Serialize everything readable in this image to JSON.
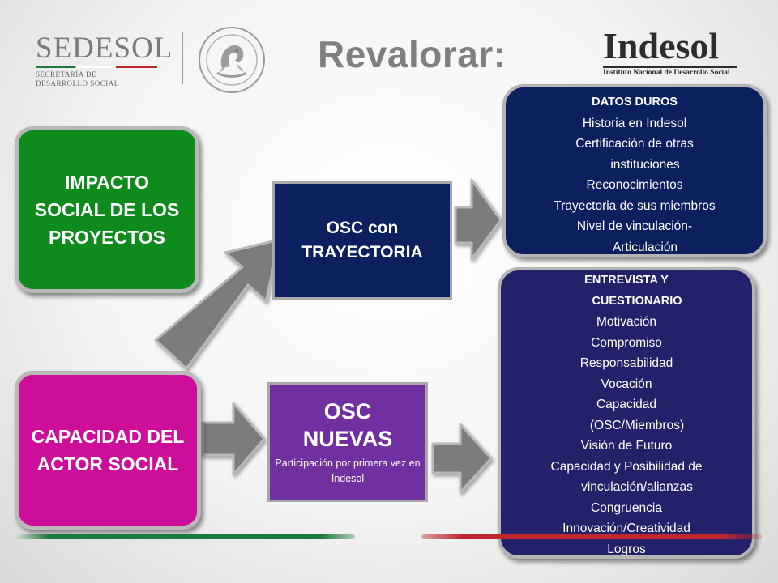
{
  "header": {
    "sedesol": {
      "name": "SEDESOL",
      "line1": "SECRETARÍA DE",
      "line2": "DESARROLLO SOCIAL"
    },
    "title": "Revalorar:",
    "indesol": {
      "name": "Indesol",
      "subtitle": "Instituto Nacional de Desarrollo Social"
    }
  },
  "boxes": {
    "impact": {
      "label": "IMPACTO SOCIAL DE LOS PROYECTOS",
      "color": "#0f8a1c"
    },
    "capacity": {
      "label": "CAPACIDAD DEL ACTOR SOCIAL",
      "color": "#cc0e9b"
    },
    "osc_trajectory": {
      "label": "OSC con TRAYECTORIA",
      "color": "#0c1f5e"
    },
    "osc_new": {
      "title": "OSC NUEVAS",
      "subtitle": "Participación por primera vez en Indesol",
      "color": "#7030a0"
    }
  },
  "datos": {
    "heading": "DATOS DUROS",
    "items": [
      "Historia en Indesol",
      "Certificación de otras",
      "instituciones",
      "Reconocimientos",
      "Trayectoria de sus miembros",
      "Nivel de vinculación-",
      "Articulación"
    ]
  },
  "entrevista": {
    "heading_line1": "ENTREVISTA Y",
    "heading_line2": "CUESTIONARIO",
    "items": [
      "Motivación",
      "Compromiso",
      "Responsabilidad",
      "Vocación",
      "Capacidad",
      "(OSC/Miembros)",
      "Visión de Futuro",
      "Capacidad y Posibilidad de",
      "vinculación/alianzas",
      "Congruencia",
      "Innovación/Creatividad",
      "Logros"
    ]
  }
}
